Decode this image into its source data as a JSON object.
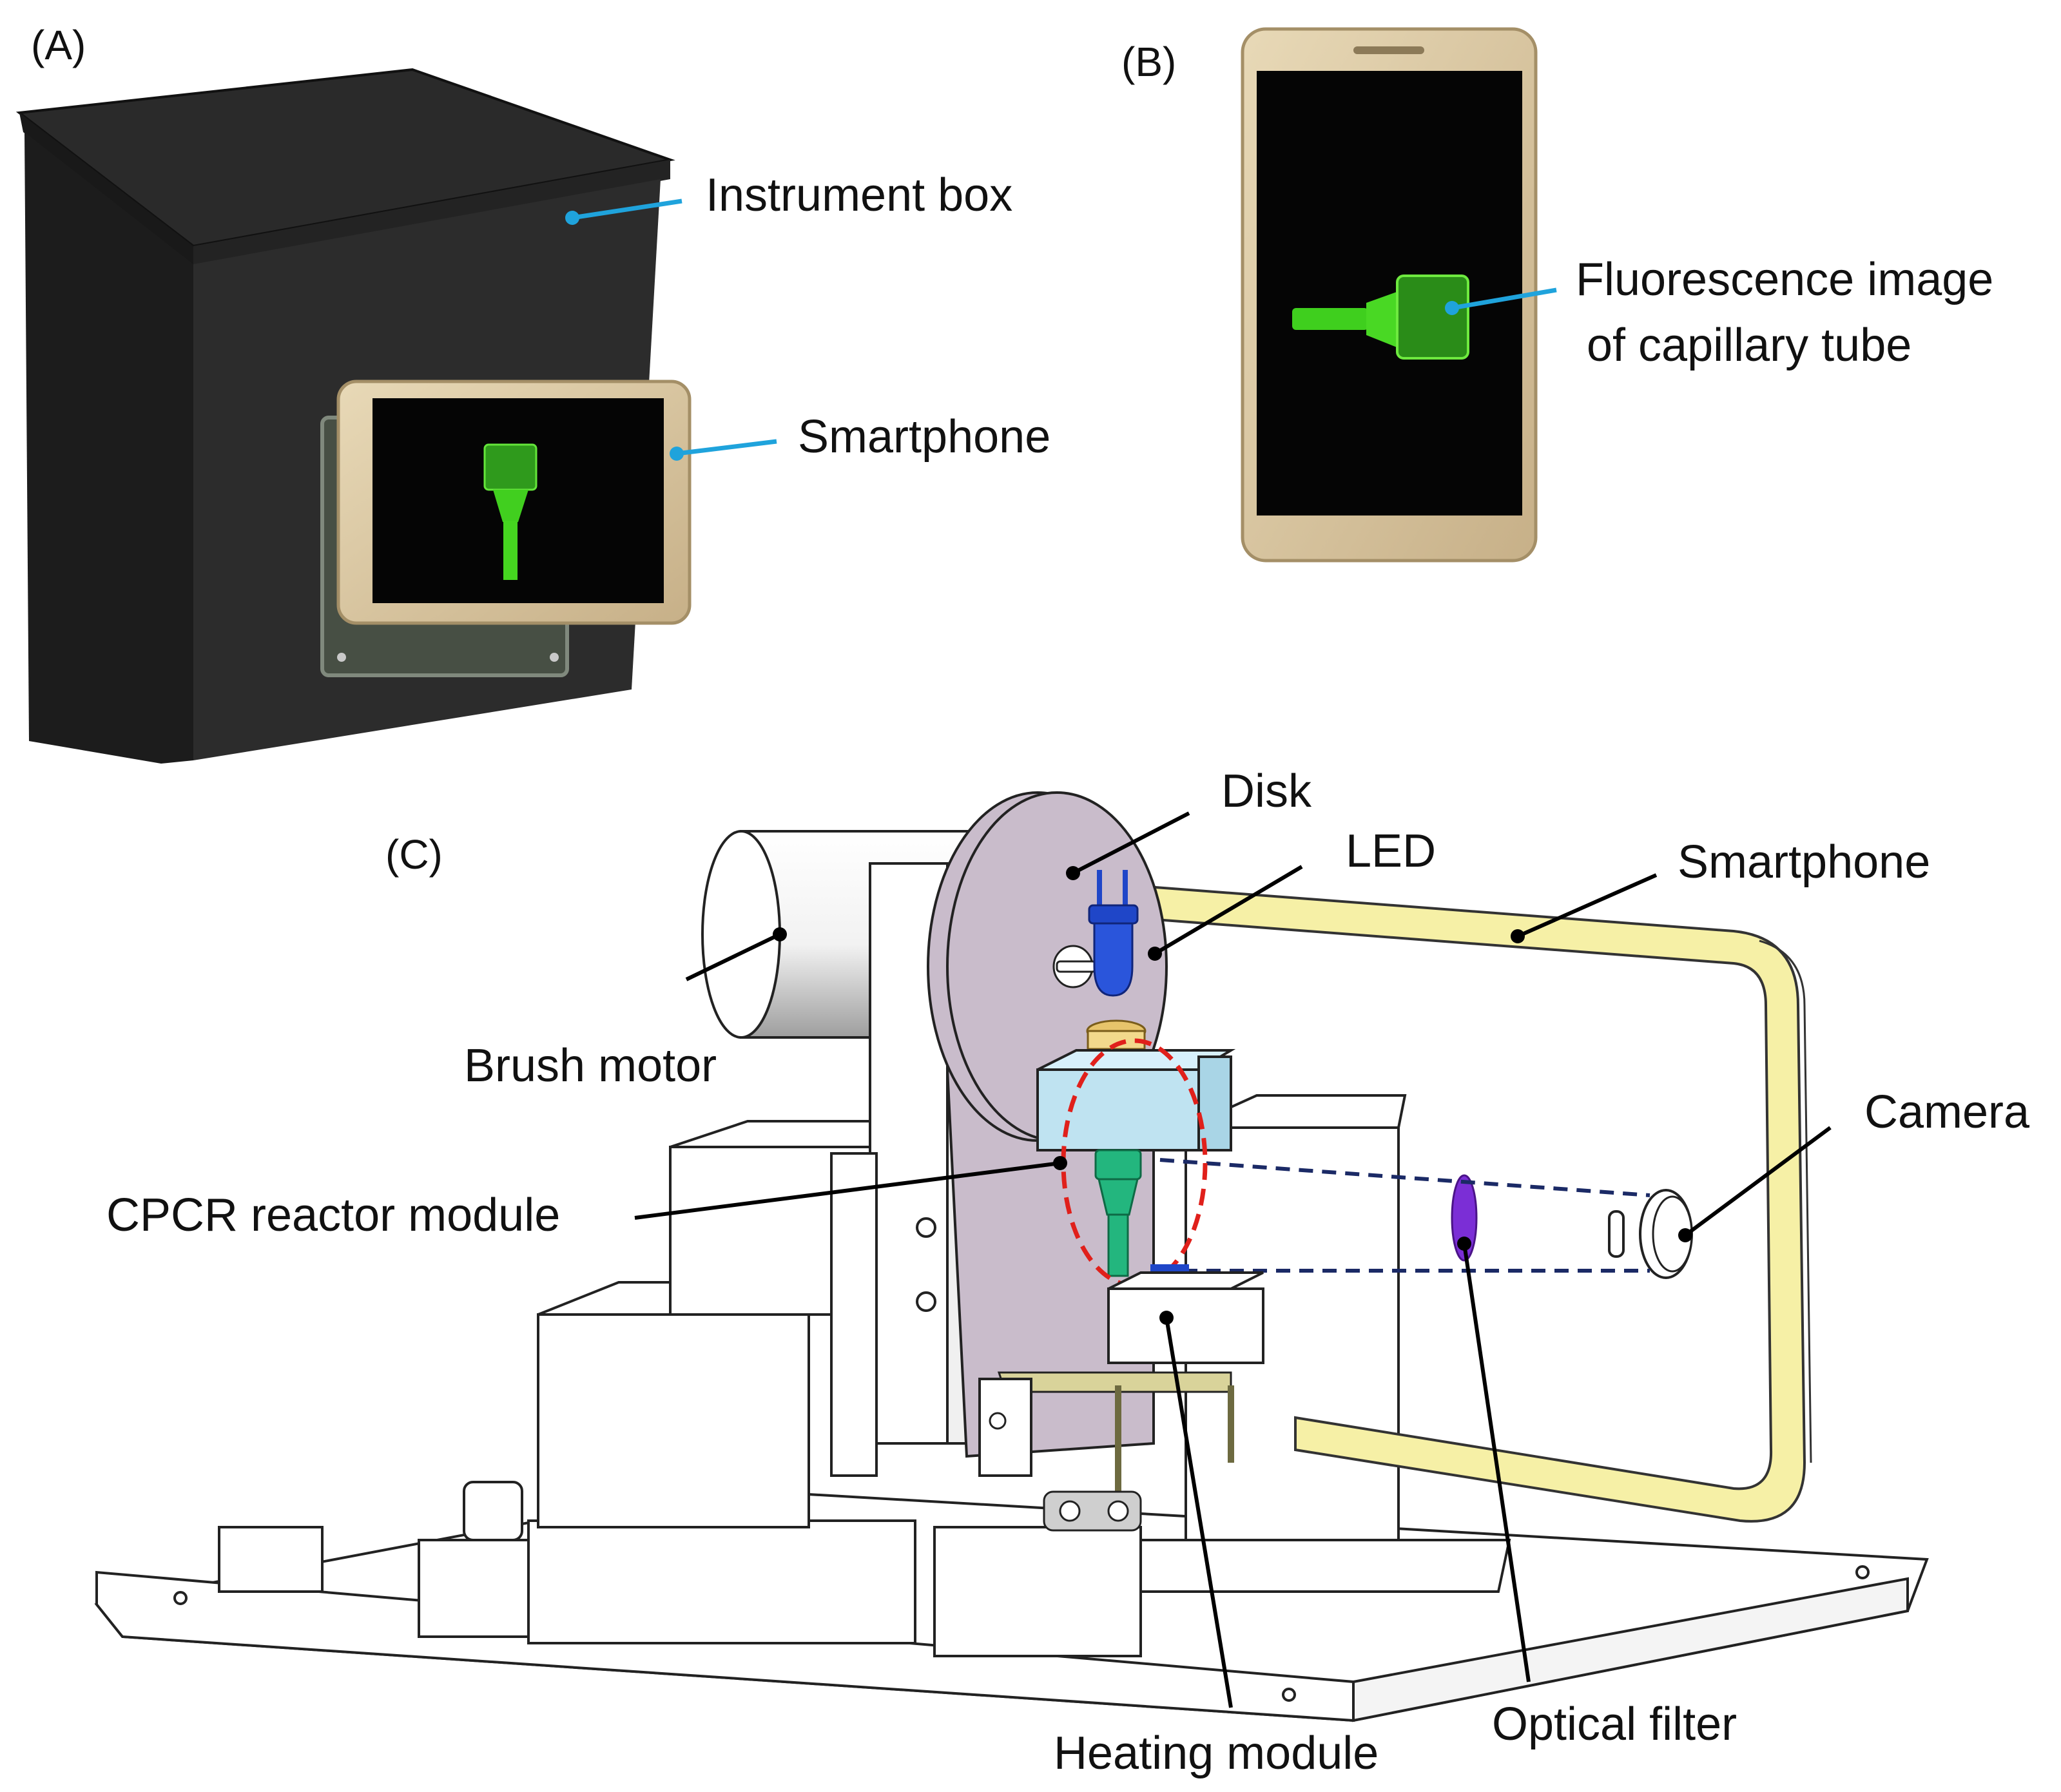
{
  "panels": {
    "a": {
      "label": "(A)",
      "callouts": {
        "instrument_box": "Instrument box",
        "smartphone": "Smartphone"
      }
    },
    "b": {
      "label": "(B)",
      "callout_line1": "Fluorescence image",
      "callout_line2": "of capillary tube"
    },
    "c": {
      "label": "(C)",
      "callouts": {
        "disk": "Disk",
        "led": "LED",
        "smartphone": "Smartphone",
        "brush_motor": "Brush motor",
        "camera": "Camera",
        "cpcr_reactor_module": "CPCR reactor module",
        "heating_module": "Heating module",
        "optical_filter": "Optical filter"
      }
    }
  },
  "colors": {
    "callout_line_a_b": "#1fa3dc",
    "callout_line_c": "#000000",
    "fluorescence_green": "#3fd11a",
    "phone_gold": "#d8c39a",
    "phone_frame_yellow": "#f6f0a6",
    "disk_lavender": "#c9bccb",
    "led_blue": "#1f46c8",
    "reactor_cyan": "#bfe3f1",
    "capillary_teal": "#23b67e",
    "filter_purple": "#7b2ed6",
    "highlight_red": "#e0201b",
    "beam_navy": "#1b2a66",
    "box_black": "#1e1e1e"
  }
}
